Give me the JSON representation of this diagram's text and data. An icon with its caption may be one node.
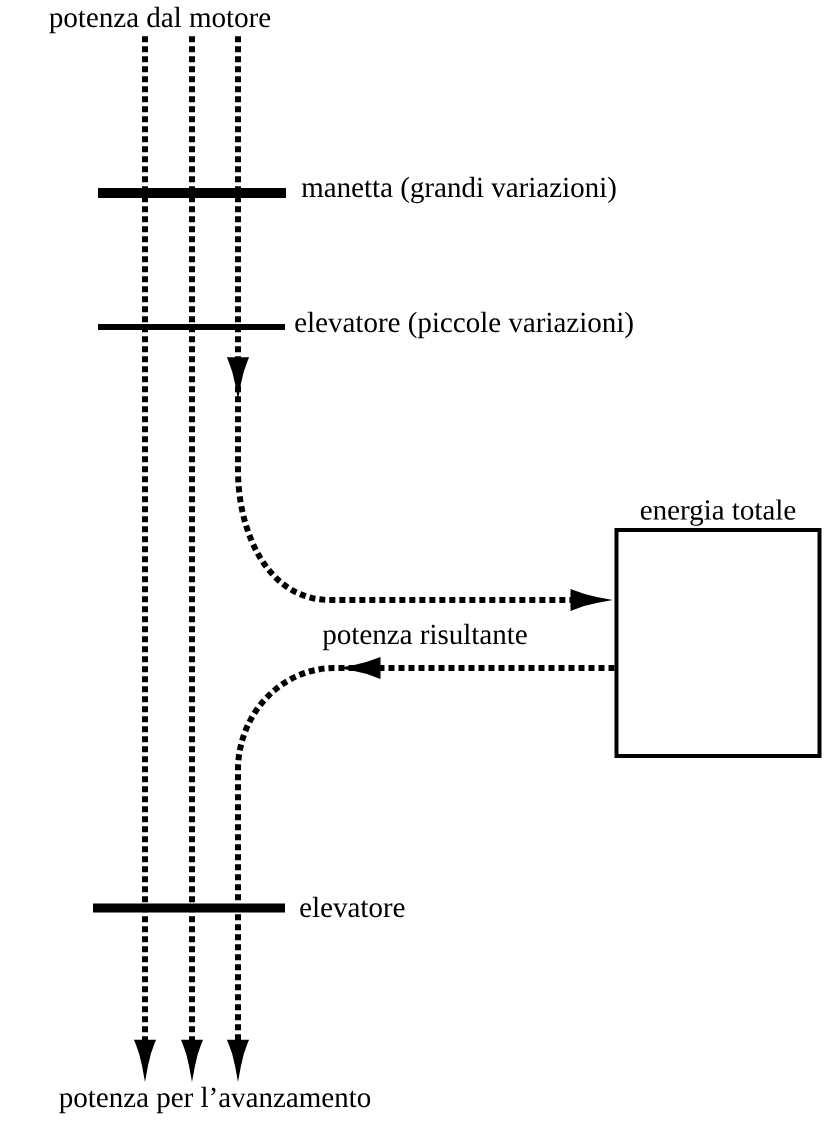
{
  "diagram": {
    "nodes": [
      {
        "text": [
          "potenza dal motore"
        ]
      },
      {
        "text": [
          "potenza per l’avanzamento"
        ]
      },
      {
        "text": [
          "energia totale"
        ]
      }
    ],
    "edges": [
      {
        "from": 0,
        "to": 1,
        "arrow": "to"
      },
      {
        "from": 0,
        "to": 1,
        "arrow": "to"
      },
      {
        "from": 0,
        "to": 2,
        "arrow": "to"
      },
      {
        "from": 2,
        "to": 1,
        "arrow": "to",
        "label": "potenza risultante"
      }
    ],
    "labels": [
      "manetta (grandi variazioni)",
      "elevatore (piccole variazioni)",
      "elevatore"
    ]
  }
}
